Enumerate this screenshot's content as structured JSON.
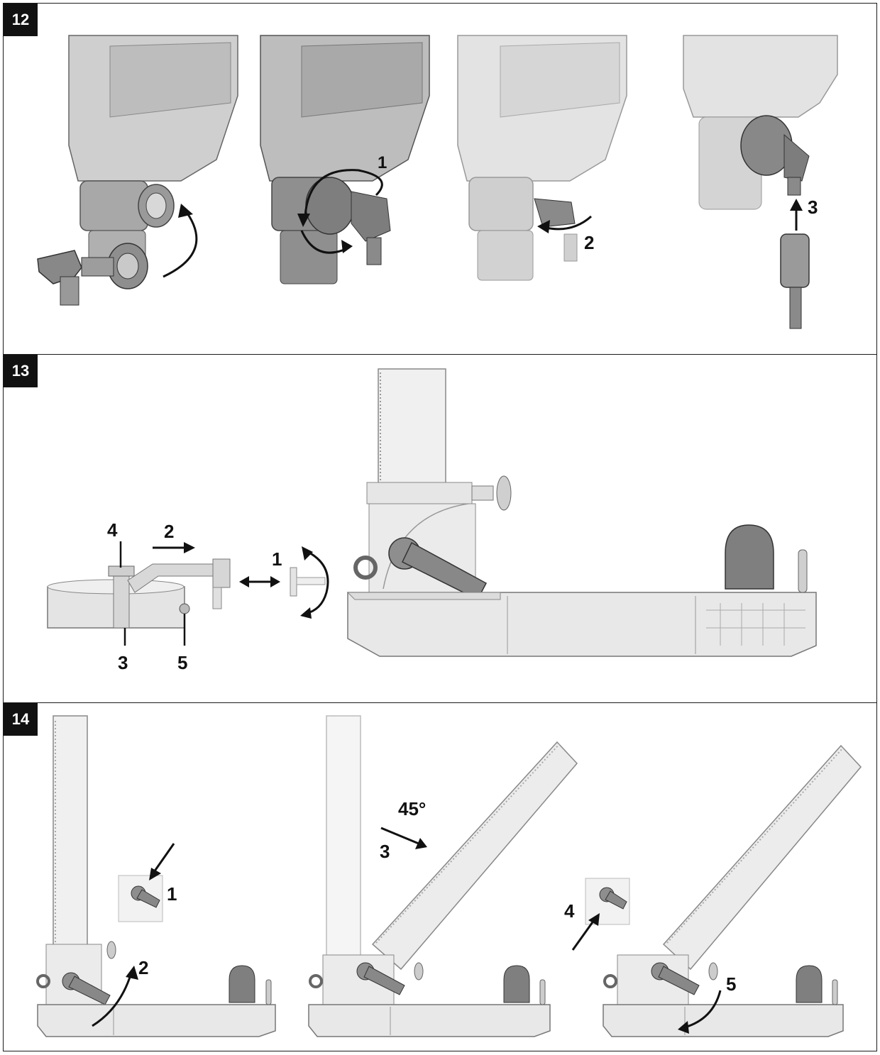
{
  "figures": [
    {
      "number": "12",
      "callouts": {
        "one": "1",
        "two": "2",
        "three": "3"
      }
    },
    {
      "number": "13",
      "callouts": {
        "one": "1",
        "two": "2",
        "three": "3",
        "four": "4",
        "five": "5"
      }
    },
    {
      "number": "14",
      "callouts": {
        "one": "1",
        "two": "2",
        "three": "3",
        "four": "4",
        "five": "5",
        "angle": "45°"
      }
    }
  ],
  "colors": {
    "light_gray": "#d9d9d9",
    "mid_gray": "#b3b3b3",
    "dark_gray": "#7a7a7a",
    "outline": "#555555",
    "border": "#1a1a1a",
    "badge_bg": "#111111"
  }
}
